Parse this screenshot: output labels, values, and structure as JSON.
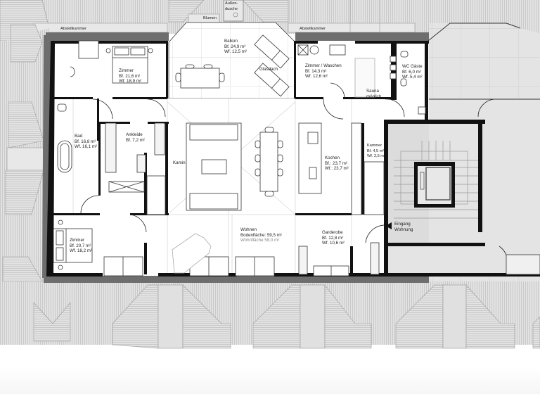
{
  "plan": {
    "type": "apartment floor plan (Dachgeschoss)",
    "colors": {
      "wall": "#111111",
      "roof_hatch": "#d9d9d9",
      "roof_line": "#9a9a9a",
      "slab": "#6e6e6e",
      "stair_core": "#dcdcdc",
      "grid": "#c8c8c8",
      "floor": "#ffffff"
    }
  },
  "labels": {
    "abstellkammer_left": "Abstellkammer",
    "abstellkammer_right": "Abstellkammer",
    "blumen": "Blumen",
    "aussendusche_1": "Außen-",
    "aussendusche_2": "dusche",
    "glasdach": "Glasdach",
    "kamin": "Kamin",
    "sauna_1": "Sauna",
    "sauna_2": "möglich",
    "eingang_1": "Eingang",
    "eingang_2": "Wohnung"
  },
  "rooms": {
    "zimmer_nw": {
      "name": "Zimmer",
      "bf": "Bf. 21,6 m²",
      "wf": "Wf. 18,9 m²"
    },
    "balkon": {
      "name": "Balkon",
      "bf": "Bf. 24,9 m²",
      "wf": "Wf. 12,5 m²"
    },
    "zimmer_waschen": {
      "name": "Zimmer / Waschen",
      "bf": "Bf. 14,3 m²",
      "wf": "Wf. 12,6 m²"
    },
    "wc_gaeste": {
      "name": "WC Gäste",
      "bf": "Bf. 6,0 m²",
      "wf": "Wf. 5,4 m²"
    },
    "bad": {
      "name": "Bad",
      "bf": "Bf. 16,8 m²",
      "wf": "Wf. 16,1 m²"
    },
    "ankleide": {
      "name": "Ankleide",
      "bf": "Bf. 7,2 m²"
    },
    "kochen": {
      "name": "Kochen",
      "bf": "Bf.: 23,7 m²",
      "wf": "Wf.: 23,7 m²"
    },
    "kammer": {
      "name": "Kammer",
      "bf": "Bf. 4,5 m²",
      "wf": "Wf. 2,5 m²"
    },
    "zimmer_sw": {
      "name": "Zimmer",
      "bf": "Bf. 20,7 m²",
      "wf": "Wf. 18,2 m²"
    },
    "wohnen": {
      "name": "Wohnen",
      "bf": "Bodenfläche: 59,5 m²",
      "wf": "Wohnfläche 58,0 m²"
    },
    "garderobe": {
      "name": "Garderobe",
      "bf": "Bf. 12,8 m²",
      "wf": "Wf. 10,6 m²"
    }
  }
}
